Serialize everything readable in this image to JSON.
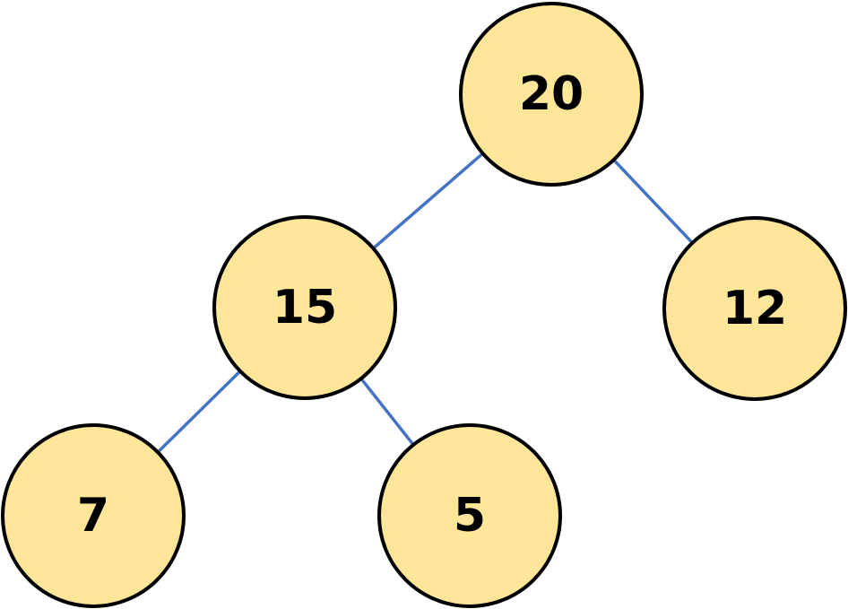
{
  "colors": {
    "node_fill": "#FFE699",
    "node_stroke": "#000000",
    "edge": "#4472C4",
    "background": "#FFFFFF"
  },
  "tree": {
    "nodes": [
      {
        "id": "n20",
        "label": "20"
      },
      {
        "id": "n15",
        "label": "15"
      },
      {
        "id": "n12",
        "label": "12"
      },
      {
        "id": "n7",
        "label": "7"
      },
      {
        "id": "n5",
        "label": "5"
      }
    ],
    "edges": [
      {
        "from": "n20",
        "to": "n15"
      },
      {
        "from": "n20",
        "to": "n12"
      },
      {
        "from": "n15",
        "to": "n7"
      },
      {
        "from": "n15",
        "to": "n5"
      }
    ]
  }
}
